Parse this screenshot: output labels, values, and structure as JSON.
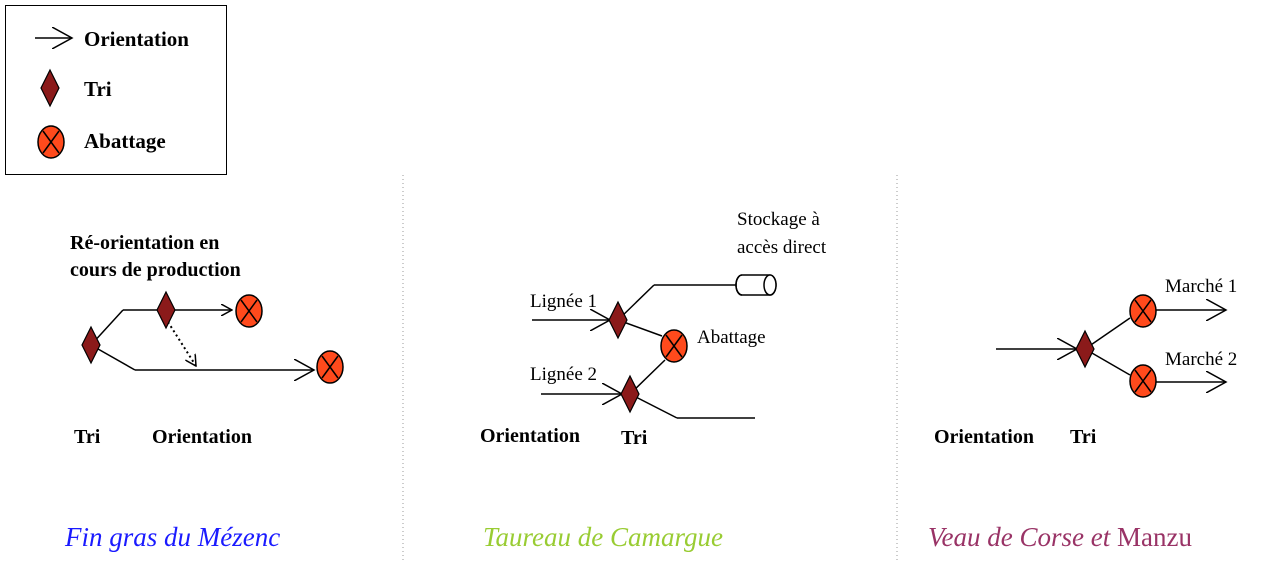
{
  "legend": {
    "orientation": "Orientation",
    "tri": "Tri",
    "abattage": "Abattage"
  },
  "panel1": {
    "reorientation_line1": "Ré-orientation en",
    "reorientation_line2": "cours de production",
    "tri": "Tri",
    "orientation": "Orientation",
    "title": "Fin gras du Mézenc"
  },
  "panel2": {
    "stockage_line1": "Stockage à",
    "stockage_line2": "accès direct",
    "lignee1": "Lignée 1",
    "lignee2": "Lignée 2",
    "abattage": "Abattage",
    "orientation": "Orientation",
    "tri": "Tri",
    "title": "Taureau de Camargue"
  },
  "panel3": {
    "marche1": "Marché 1",
    "marche2": "Marché 2",
    "orientation": "Orientation",
    "tri": "Tri",
    "title_italic": "Veau de Corse et",
    "title_plain": "Manzu"
  },
  "colors": {
    "tri_fill": "#8b1a1a",
    "abattage_fill": "#ff4a1c",
    "title1": "#1a1aff",
    "title2": "#99cc33",
    "title3": "#993366"
  }
}
